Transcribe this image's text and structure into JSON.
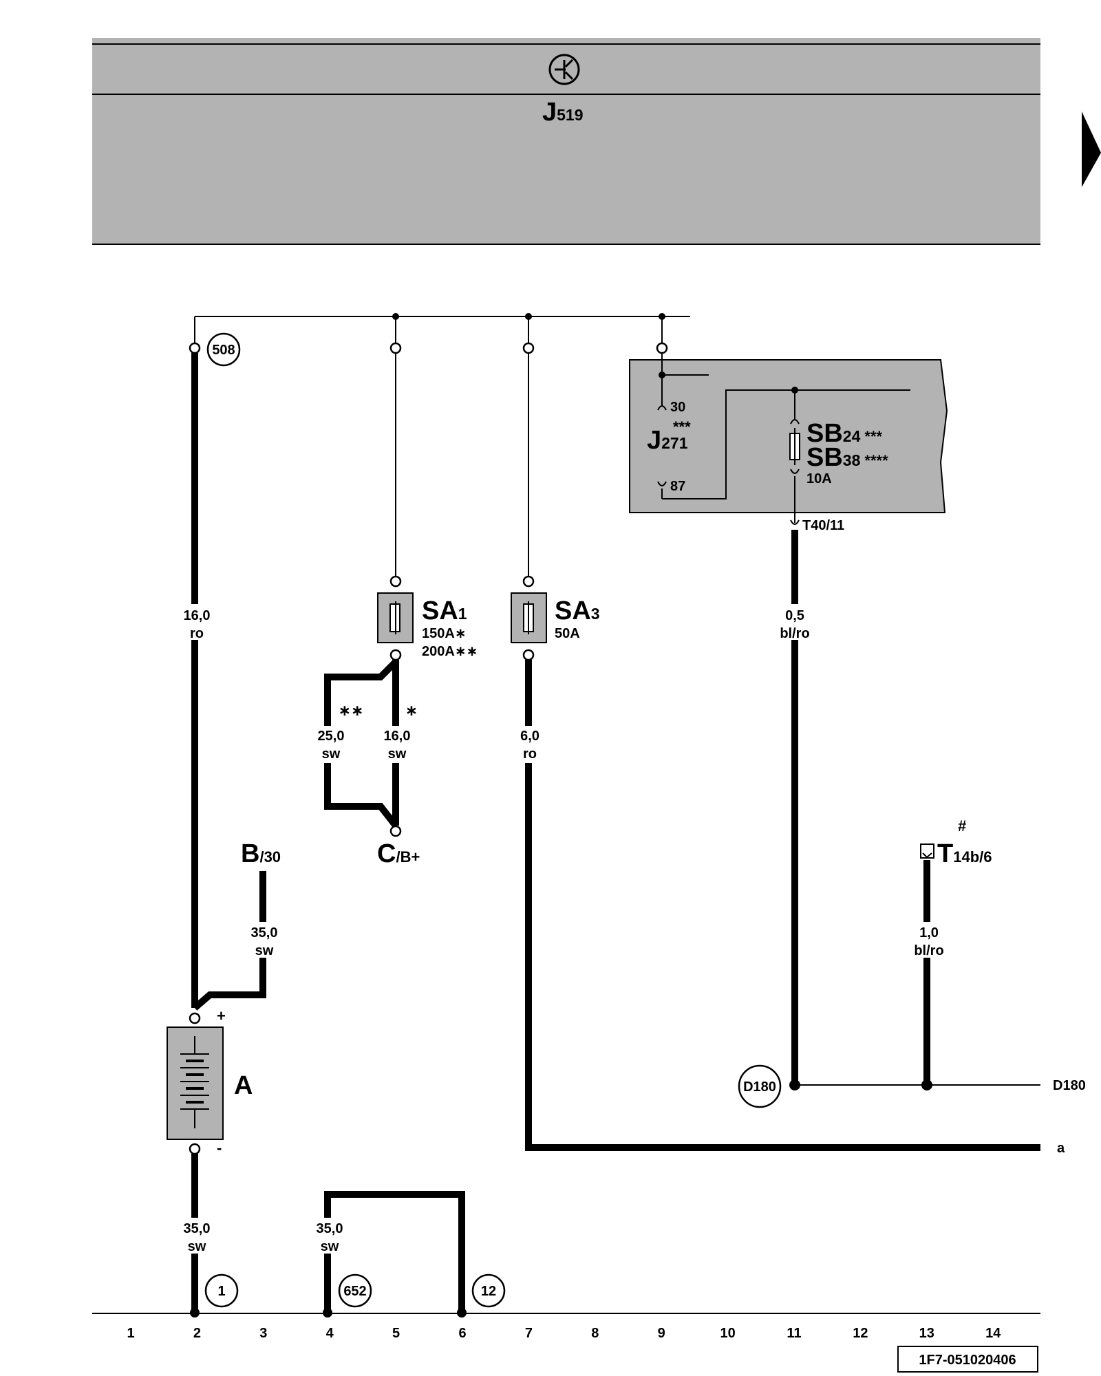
{
  "header": {
    "control_unit": "J",
    "control_unit_sub": "519",
    "icon": "ground-transistor-symbol"
  },
  "components": {
    "relay_J271": {
      "name": "J",
      "sub": "271",
      "stars": "***",
      "pin_30": "30",
      "pin_87": "87"
    },
    "fuse_SB": {
      "line1_name": "SB",
      "line1_sub": "24",
      "line1_stars": "***",
      "line2_name": "SB",
      "line2_sub": "38",
      "line2_stars": "****",
      "rating": "10A"
    },
    "connector_T40": "T40/11",
    "fuse_SA1": {
      "name": "SA",
      "sub": "1",
      "rating1": "150A∗",
      "rating2": "200A∗∗"
    },
    "fuse_SA3": {
      "name": "SA",
      "sub": "3",
      "rating": "50A"
    },
    "battery": {
      "name": "A",
      "plus": "+",
      "minus": "-"
    },
    "terminal_B": {
      "name": "B",
      "sub": "/30"
    },
    "terminal_C": {
      "name": "C",
      "sub": "/B+"
    },
    "connector_T14b": {
      "hash": "#",
      "name": "T",
      "sub": "14b/6"
    }
  },
  "circles": {
    "c508": "508",
    "c1": "1",
    "c652": "652",
    "c12": "12",
    "cD180": "D180"
  },
  "wires": {
    "w_main": {
      "size": "16,0",
      "color": "ro"
    },
    "w_sa1_25": {
      "size": "25,0",
      "color": "sw",
      "stars": "∗∗"
    },
    "w_sa1_16": {
      "size": "16,0",
      "color": "sw",
      "stars": "∗"
    },
    "w_sa3": {
      "size": "6,0",
      "color": "ro"
    },
    "w_t40": {
      "size": "0,5",
      "color": "bl/ro"
    },
    "w_b30": {
      "size": "35,0",
      "color": "sw"
    },
    "w_t14": {
      "size": "1,0",
      "color": "bl/ro"
    },
    "w_gnd1": {
      "size": "35,0",
      "color": "sw"
    },
    "w_gnd2": {
      "size": "35,0",
      "color": "sw"
    }
  },
  "right_labels": {
    "d180": "D180",
    "a": "a"
  },
  "tracks": [
    "1",
    "2",
    "3",
    "4",
    "5",
    "6",
    "7",
    "8",
    "9",
    "10",
    "11",
    "12",
    "13",
    "14"
  ],
  "doc_id": "1F7-051020406",
  "colors": {
    "panel": "#b3b3b3",
    "line": "#000000"
  }
}
